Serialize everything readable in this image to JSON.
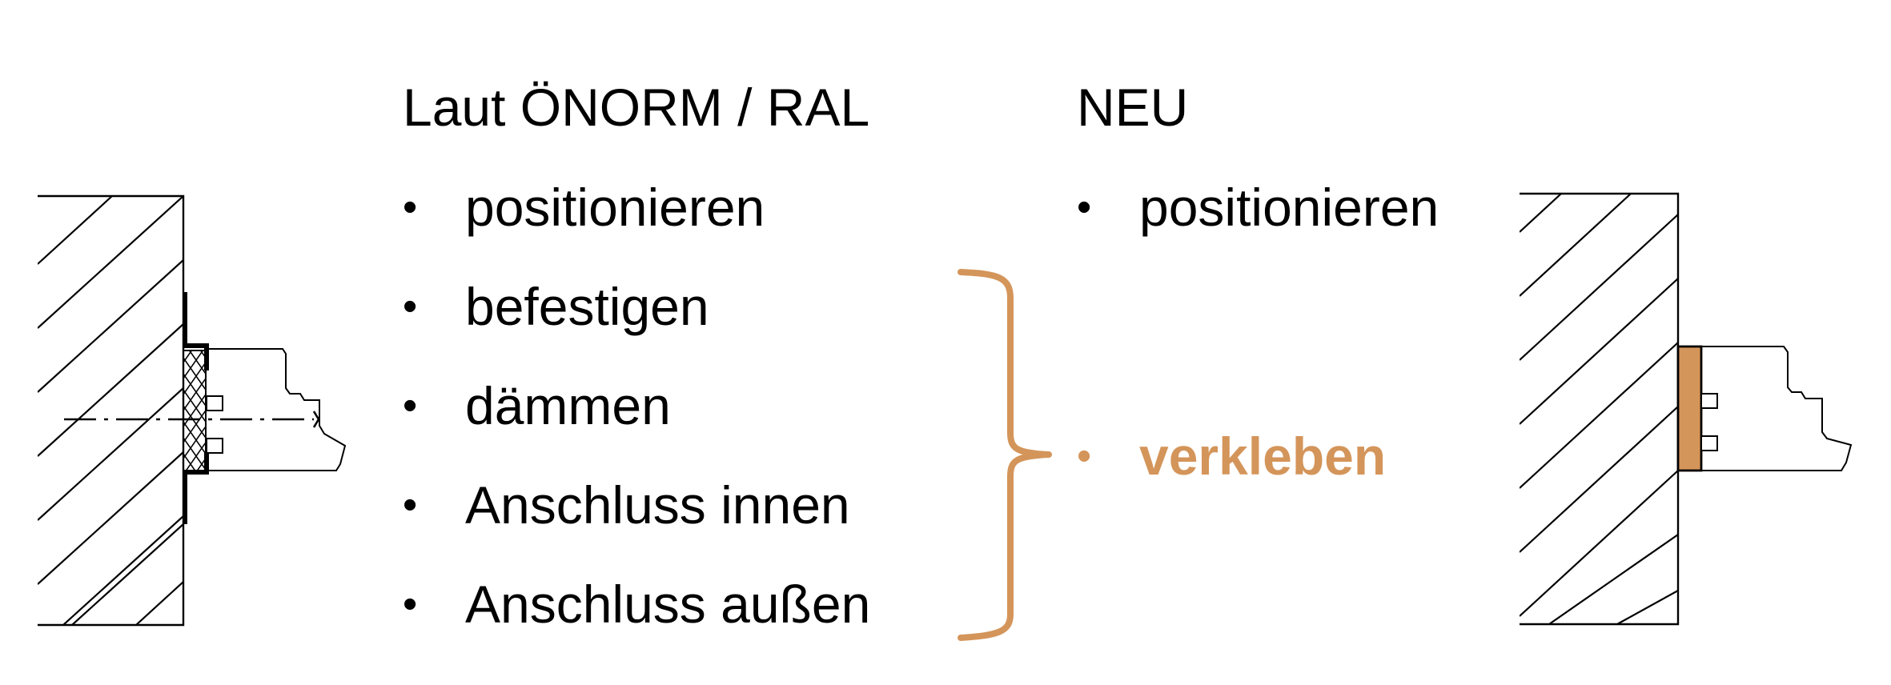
{
  "left_column": {
    "heading": "Laut ÖNORM / RAL",
    "items": [
      {
        "bullet": "•",
        "label": "positionieren"
      },
      {
        "bullet": "•",
        "label": "befestigen"
      },
      {
        "bullet": "•",
        "label": "dämmen"
      },
      {
        "bullet": "•",
        "label": "Anschluss innen"
      },
      {
        "bullet": "•",
        "label": "Anschluss außen"
      }
    ]
  },
  "right_column": {
    "heading": "NEU",
    "items": [
      {
        "bullet": "•",
        "label": "positionieren"
      },
      {
        "bullet": "•",
        "label": "verkleben"
      }
    ]
  },
  "colors": {
    "accent": "#D4955A",
    "text": "#000000",
    "line": "#000000",
    "insulation_fill": "#ffffff"
  },
  "icons": {
    "left_figure": "window-frame-section-with-insulation-icon",
    "right_figure": "window-frame-section-with-adhesive-icon",
    "brace": "curly-brace-icon"
  }
}
